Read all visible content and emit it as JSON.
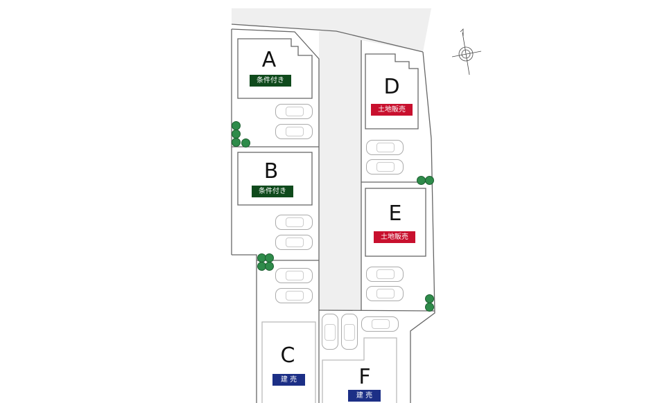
{
  "lots": [
    {
      "id": "A",
      "letter": "A",
      "status": "条件付き",
      "color": "#0f4a1c"
    },
    {
      "id": "B",
      "letter": "B",
      "status": "条件付き",
      "color": "#0f4a1c"
    },
    {
      "id": "C",
      "letter": "C",
      "status": "建 売",
      "color": "#1c2f86"
    },
    {
      "id": "D",
      "letter": "D",
      "status": "土地販売",
      "color": "#c8102e"
    },
    {
      "id": "E",
      "letter": "E",
      "status": "土地販売",
      "color": "#c8102e"
    },
    {
      "id": "F",
      "letter": "F",
      "status": "建 売",
      "color": "#1c2f86"
    }
  ],
  "compass": {
    "icon": "north-arrow-icon"
  },
  "colors": {
    "road": "#efefef",
    "line": "#555555",
    "tree": "#2e8b4a"
  }
}
